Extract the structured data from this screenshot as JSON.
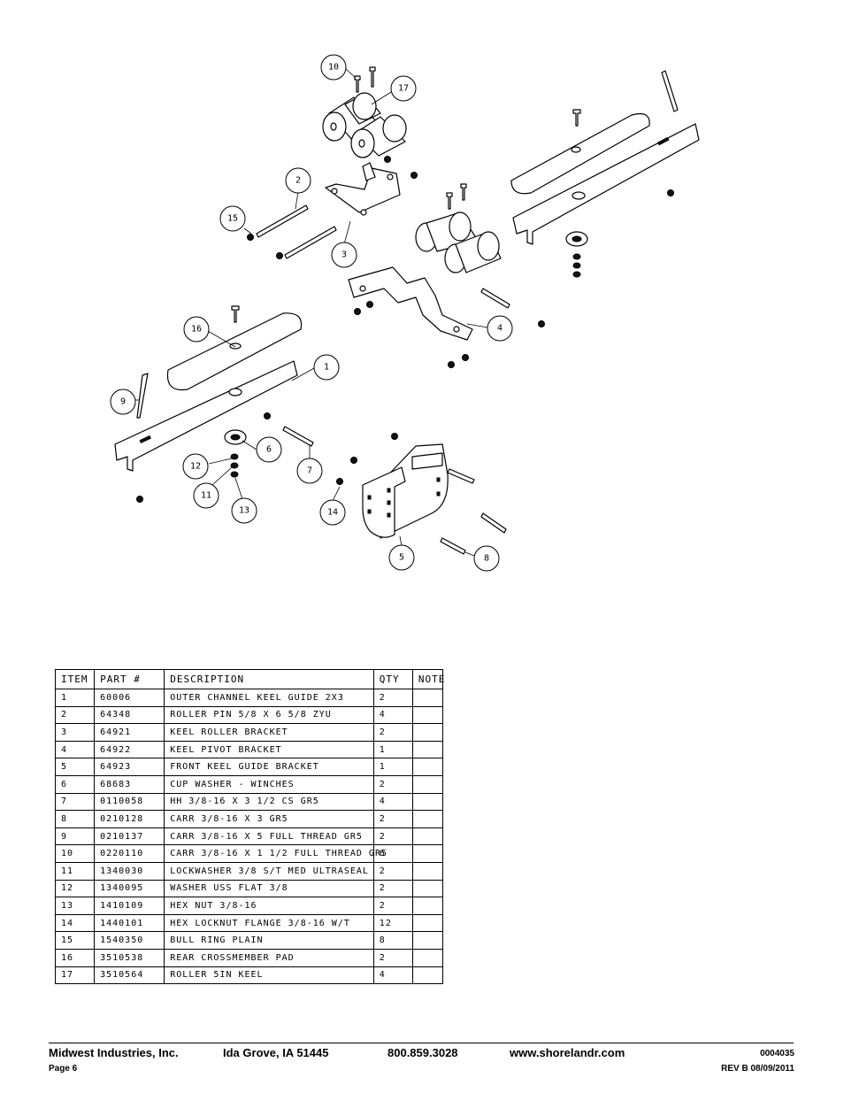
{
  "diagram": {
    "callouts": [
      "1",
      "2",
      "3",
      "4",
      "5",
      "6",
      "7",
      "8",
      "9",
      "10",
      "11",
      "12",
      "13",
      "14",
      "15",
      "16",
      "17"
    ]
  },
  "table": {
    "headers": [
      "ITEM",
      "PART #",
      "DESCRIPTION",
      "QTY",
      "NOTE"
    ],
    "rows": [
      {
        "item": "1",
        "part": "60006",
        "desc": "OUTER CHANNEL KEEL GUIDE 2X3",
        "qty": "2",
        "note": ""
      },
      {
        "item": "2",
        "part": "64348",
        "desc": "ROLLER PIN  5/8 X 6 5/8 ZYU",
        "qty": "4",
        "note": ""
      },
      {
        "item": "3",
        "part": "64921",
        "desc": "KEEL ROLLER BRACKET",
        "qty": "2",
        "note": ""
      },
      {
        "item": "4",
        "part": "64922",
        "desc": "KEEL PIVOT BRACKET",
        "qty": "1",
        "note": ""
      },
      {
        "item": "5",
        "part": "64923",
        "desc": "FRONT KEEL GUIDE BRACKET",
        "qty": "1",
        "note": ""
      },
      {
        "item": "6",
        "part": "68683",
        "desc": "CUP WASHER - WINCHES",
        "qty": "2",
        "note": ""
      },
      {
        "item": "7",
        "part": "0110058",
        "desc": "HH 3/8-16 X 3 1/2 CS GR5",
        "qty": "4",
        "note": ""
      },
      {
        "item": "8",
        "part": "0210128",
        "desc": "CARR 3/8-16 X 3 GR5",
        "qty": "2",
        "note": ""
      },
      {
        "item": "9",
        "part": "0210137",
        "desc": "CARR 3/8-16 X 5 FULL THREAD GR5",
        "qty": "2",
        "note": ""
      },
      {
        "item": "10",
        "part": "0220110",
        "desc": "CARR 3/8-16 X 1 1/2 FULL THREAD GR5",
        "qty": "6",
        "note": ""
      },
      {
        "item": "11",
        "part": "1340030",
        "desc": "LOCKWASHER 3/8 S/T MED ULTRASEAL",
        "qty": "2",
        "note": ""
      },
      {
        "item": "12",
        "part": "1340095",
        "desc": "WASHER USS FLAT 3/8",
        "qty": "2",
        "note": ""
      },
      {
        "item": "13",
        "part": "1410109",
        "desc": "HEX NUT 3/8-16",
        "qty": "2",
        "note": ""
      },
      {
        "item": "14",
        "part": "1440101",
        "desc": "HEX LOCKNUT FLANGE 3/8-16 W/T",
        "qty": "12",
        "note": ""
      },
      {
        "item": "15",
        "part": "1540350",
        "desc": "BULL RING PLAIN",
        "qty": "8",
        "note": ""
      },
      {
        "item": "16",
        "part": "3510538",
        "desc": "REAR CROSSMEMBER PAD",
        "qty": "2",
        "note": ""
      },
      {
        "item": "17",
        "part": "3510564",
        "desc": "ROLLER 5IN KEEL",
        "qty": "4",
        "note": ""
      }
    ]
  },
  "footer": {
    "company": "Midwest Industries, Inc.",
    "location": "Ida Grove, IA  51445",
    "phone": "800.859.3028",
    "website": "www.shorelandr.com",
    "doc_number": "0004035",
    "page": "Page 6",
    "revision": "REV B  08/09/2011"
  }
}
